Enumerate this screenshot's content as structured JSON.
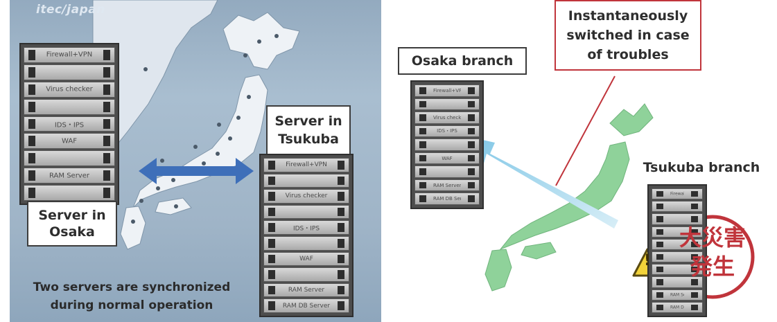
{
  "left": {
    "logo": "itec/japan",
    "osaka_server_label_line1": "Server in",
    "osaka_server_label_line2": "Osaka",
    "tsukuba_server_label_line1": "Server in",
    "tsukuba_server_label_line2": "Tsukuba",
    "sync_caption_line1": "Two servers are synchronized",
    "sync_caption_line2": "during normal operation",
    "rack_left_units": [
      "Firewall+VPN",
      "",
      "Virus checker",
      "",
      "IDS・IPS",
      "WAF",
      "",
      "RAM Server",
      ""
    ],
    "rack_tsukuba_units": [
      "Firewall+VPN",
      "",
      "Virus checker",
      "",
      "IDS・IPS",
      "",
      "WAF",
      "",
      "RAM Server",
      "RAM DB Server"
    ]
  },
  "right": {
    "osaka_branch": "Osaka branch",
    "tsukuba_branch": "Tsukuba branch",
    "switch_note_line1": "Instantaneously",
    "switch_note_line2": "switched in case",
    "switch_note_line3": "of troubles",
    "disaster_line1": "大災害",
    "disaster_line2": "発生",
    "warning_symbol": "!",
    "rack_osaka_units": [
      "Firewall+VPN",
      "",
      "Virus checker",
      "IDS・IPS",
      "",
      "WAF",
      "",
      "RAM Server",
      "RAM DB Server"
    ],
    "rack_tsukuba_units": [
      "Firewall+VPN",
      "",
      "",
      "",
      "",
      "",
      "",
      "",
      "RAM Server",
      "RAM DB Server"
    ]
  },
  "colors": {
    "map_sea": "#a9bed0",
    "map_land": "#eef2f6",
    "japan_green": "#8fd29a",
    "sync_arrow": "#3e6fb9",
    "switch_arrow": "#9fd3ea",
    "disaster_red": "#c0343b",
    "warning_yellow": "#f2d33a"
  }
}
